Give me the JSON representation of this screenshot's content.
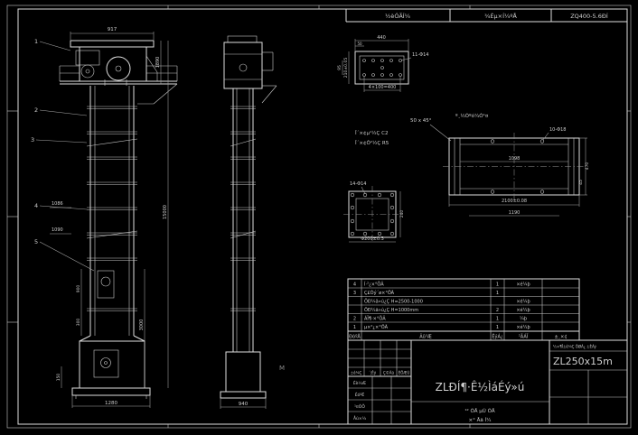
{
  "palette": {
    "bg": "#000000",
    "line": "#dedede",
    "dim_text": "#cfcfcf"
  },
  "header_strip": {
    "cell1": "½èÓÃÍ¼",
    "cell2": "¾Éµ×Í¼ºÅ",
    "cell3": "ZQ400-5.6ÐÍ"
  },
  "front_view": {
    "balloons": [
      "1",
      "2",
      "3",
      "4",
      "5"
    ],
    "dim_top": "917",
    "dim_right_upper": "1890",
    "dim_right_total": "15000",
    "dim_right_lower": "3000",
    "dim_left_a": "1086",
    "dim_left_b": "1090",
    "dim_left_c": "900",
    "dim_left_d": "300",
    "dim_bottom": "1280",
    "dim_bottom_left": "150"
  },
  "side_view": {
    "dim_bottom": "940"
  },
  "detail_plate": {
    "dim_width": "440",
    "dim_edge": "50",
    "holes_label": "11-Φ14",
    "dim_height": "210±0.05",
    "dim_inner": "95",
    "dim_pitch": "4×100=400",
    "notes": [
      "Î´×¢µ¹½Ç C2",
      "Î´×¢Ô²½Ç R5"
    ]
  },
  "chamfer_note": "50 x 45°",
  "detail_casing": {
    "weld_note": "º¸½Óºó¼Ó¹¤",
    "holes_label": "10-Φ18",
    "dim_inner": "1098",
    "dim_length": "2100±0.08",
    "dim_length2": "1190",
    "dim_height": "470",
    "dim_flange": "45"
  },
  "detail_flange": {
    "holes_label": "14-Φ14",
    "dim_bottom": "Φ200±0.3",
    "dim_side": "240"
  },
  "parts_table": {
    "rows": [
      {
        "no": "4",
        "name": "Í·²¿×°ÖÃ",
        "qty": "1",
        "mat": "×é¼þ",
        "remark": ""
      },
      {
        "no": "3",
        "name": "Ç£Òý´ø×°ÖÃ",
        "qty": "1",
        "mat": "",
        "remark": ""
      },
      {
        "no": "",
        "name": "ÖÐ¼ä»ú¿Ç H=2500-1000",
        "qty": "",
        "mat": "×é¼þ",
        "remark": ""
      },
      {
        "no": "",
        "name": "ÖÐ¼ä»ú¿Ç H=1000mm",
        "qty": "2",
        "mat": "×é¼þ",
        "remark": ""
      },
      {
        "no": "2",
        "name": "ÁÏ¶·×°ÖÃ",
        "qty": "1",
        "mat": "¼þ",
        "remark": ""
      },
      {
        "no": "1",
        "name": "µ×²¿×°ÖÃ",
        "qty": "1",
        "mat": "×é¼þ",
        "remark": ""
      }
    ],
    "header": {
      "no": "ÐòºÅ",
      "name": "Ãû³Æ",
      "qty": "ÊýÁ¿",
      "mat": "²ÄÁÏ",
      "remark": "±¸×¢"
    }
  },
  "title_block": {
    "stage_labels": "½×¶Î±ê¼Ç  ÖØÁ¿  ±ÈÀý",
    "model": "ZL250x15m",
    "title": "ZLÐÍ¶·Ê½ÌáÉý»ú",
    "rev_labels": {
      "c1": "±ê¼Ç",
      "c2": "´¦Êý",
      "c3": "Ç©Ãû",
      "c4": "ÈÕÆÚ"
    },
    "sign_labels": {
      "r1": "Éè¼Æ",
      "r2": "ÉóºË",
      "r3": "¹¤ÒÕ",
      "r4": "Åú×¼"
    },
    "sheet_line": "¹²  ÕÅ  µÚ  ÕÅ",
    "type_line": "×° Åä Í¼"
  },
  "stray_mark": "M"
}
